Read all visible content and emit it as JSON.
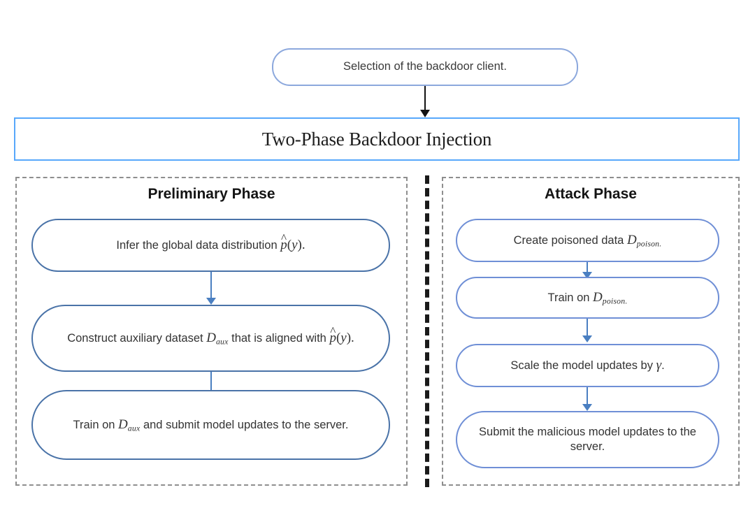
{
  "figure": {
    "type": "flowchart",
    "colors": {
      "banner_border": "#58a8fb",
      "top_node_border": "#8ca8dd",
      "left_node_border": "#4a73a8",
      "right_node_border": "#6f8fd6",
      "dashed_container_border": "#8e8e8e",
      "divider": "#1a1a1a",
      "arrow_black": "#121212",
      "arrow_blue": "#4a7fc1",
      "background": "#ffffff"
    }
  },
  "top_node": {
    "label": "Selection of the backdoor client."
  },
  "banner": {
    "title": "Two-Phase Backdoor Injection"
  },
  "phases": [
    {
      "id": "preliminary",
      "title": "Preliminary Phase",
      "steps": [
        {
          "id": "infer-distribution",
          "text_plain": "Infer the global data distribution p̂(y).",
          "segments": [
            {
              "kind": "text",
              "value": "Infer the global data distribution "
            },
            {
              "kind": "hat",
              "value": "p"
            },
            {
              "kind": "paren",
              "value": "("
            },
            {
              "kind": "math",
              "value": "y"
            },
            {
              "kind": "paren",
              "value": ")."
            }
          ]
        },
        {
          "id": "construct-auxiliary-dataset",
          "text_plain": "Construct auxiliary dataset D_aux that is aligned with p̂(y).",
          "segments": [
            {
              "kind": "text",
              "value": "Construct auxiliary dataset "
            },
            {
              "kind": "mathsub",
              "value": "D",
              "sub": "aux"
            },
            {
              "kind": "text",
              "value": " that is aligned with "
            },
            {
              "kind": "hat",
              "value": "p"
            },
            {
              "kind": "paren",
              "value": "("
            },
            {
              "kind": "math",
              "value": "y"
            },
            {
              "kind": "paren",
              "value": ")."
            }
          ]
        },
        {
          "id": "train-and-submit",
          "text_plain": "Train on D_aux and submit model updates to the server.",
          "segments": [
            {
              "kind": "text",
              "value": "Train on "
            },
            {
              "kind": "mathsub",
              "value": "D",
              "sub": "aux"
            },
            {
              "kind": "text",
              "value": " and submit model updates to the server."
            }
          ]
        }
      ]
    },
    {
      "id": "attack",
      "title": "Attack Phase",
      "steps": [
        {
          "id": "create-poisoned-data",
          "text_plain": "Create poisoned data D_poison.",
          "segments": [
            {
              "kind": "text",
              "value": "Create poisoned data "
            },
            {
              "kind": "mathsub",
              "value": "D",
              "sub": "poison."
            }
          ]
        },
        {
          "id": "train-on-poison",
          "text_plain": "Train on D_poison.",
          "segments": [
            {
              "kind": "text",
              "value": "Train on "
            },
            {
              "kind": "mathsub",
              "value": "D",
              "sub": "poison."
            }
          ]
        },
        {
          "id": "scale-model-updates",
          "text_plain": "Scale the model updates by γ.",
          "segments": [
            {
              "kind": "text",
              "value": "Scale the model updates by "
            },
            {
              "kind": "math",
              "value": "γ"
            },
            {
              "kind": "text",
              "value": "."
            }
          ]
        },
        {
          "id": "submit-malicious-updates",
          "text_plain": "Submit the malicious model updates to the server.",
          "segments": [
            {
              "kind": "text",
              "value": "Submit the malicious model updates to the server."
            }
          ]
        }
      ]
    }
  ]
}
